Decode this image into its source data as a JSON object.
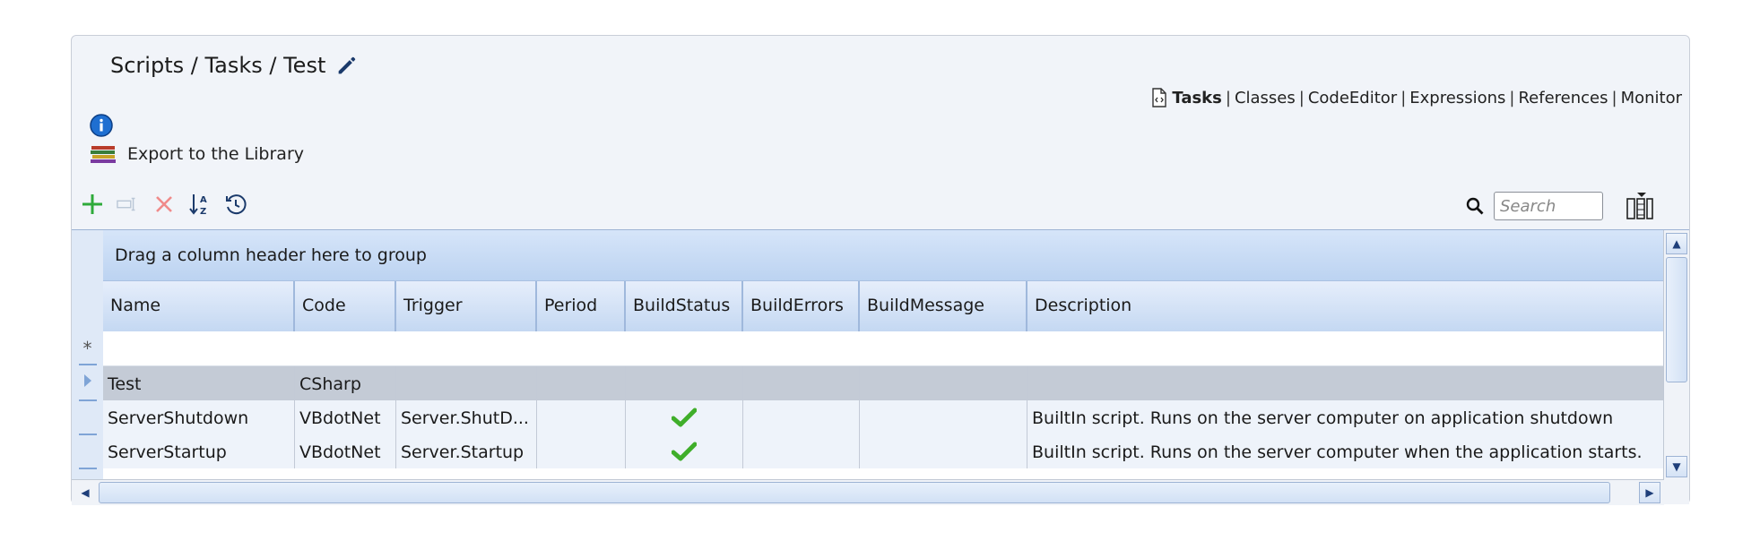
{
  "breadcrumb": "Scripts / Tasks / Test",
  "nav": {
    "items": [
      "Tasks",
      "Classes",
      "CodeEditor",
      "Expressions",
      "References",
      "Monitor"
    ],
    "separator": "|",
    "active": "Tasks"
  },
  "export_label": "Export to the Library",
  "search": {
    "placeholder": "Search",
    "value": ""
  },
  "grid": {
    "group_hint": "Drag a column header here to group",
    "new_row_marker": "*",
    "columns": [
      "Name",
      "Code",
      "Trigger",
      "Period",
      "BuildStatus",
      "BuildErrors",
      "BuildMessage",
      "Description"
    ],
    "rows": [
      {
        "Name": "Test",
        "Code": "CSharp",
        "Trigger": "",
        "Period": "",
        "BuildStatus": "",
        "BuildErrors": "",
        "BuildMessage": "",
        "Description": "",
        "selected": true
      },
      {
        "Name": "ServerShutdown",
        "Code": "VBdotNet",
        "Trigger": "Server.ShutD...",
        "Period": "",
        "BuildStatus": "ok",
        "BuildErrors": "",
        "BuildMessage": "",
        "Description": "BuiltIn script. Runs on the server computer on application shutdown"
      },
      {
        "Name": "ServerStartup",
        "Code": "VBdotNet",
        "Trigger": "Server.Startup",
        "Period": "",
        "BuildStatus": "ok",
        "BuildErrors": "",
        "BuildMessage": "",
        "Description": "BuiltIn script. Runs on the server computer when the application starts."
      }
    ]
  },
  "colors": {
    "accent": "#1f6fd1",
    "add": "#2eaa3a",
    "delete": "#e86a6a",
    "check": "#3fae2a",
    "selected_row": "#c4cbd6",
    "header": "#c4d8f2"
  }
}
